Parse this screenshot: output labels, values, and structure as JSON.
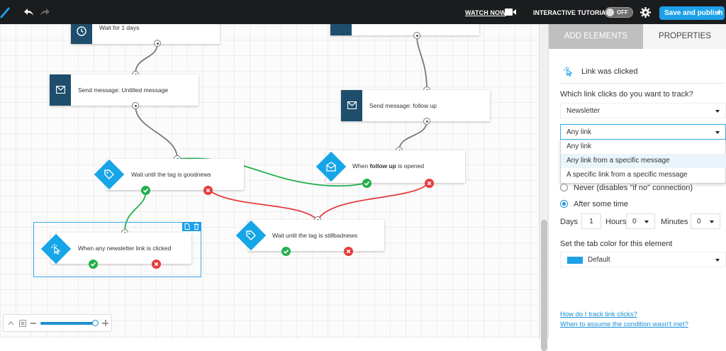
{
  "toolbar": {
    "watch_now": "WATCH NOW",
    "interactive_tutorial": "INTERACTIVE TUTORIAL",
    "tutorial_toggle": "OFF",
    "publish_label": "Save and publish"
  },
  "nodes": {
    "wait_days": "Wait for 1 days",
    "send_untitled": "Send message: Untitled message",
    "send_follow_up": "Send message: follow up",
    "wait_goodnews": "Wait until the tag is goodnews",
    "when_opened_prefix": "When ",
    "when_opened_bold": "follow up",
    "when_opened_suffix": " is opened",
    "wait_stillbadnews": "Wait until the tag is stillbadnews",
    "when_newsletter": "When any newsletter link is clicked"
  },
  "panel": {
    "tab_add": "ADD ELEMENTS",
    "tab_properties": "PROPERTIES",
    "element_title": "Link was clicked",
    "question": "Which link clicks do you want to track?",
    "message_select": "Newsletter",
    "link_select": "Any link",
    "link_options": [
      "Any link",
      "Any link from a specific message",
      "A specific link from a specific message"
    ],
    "never_option": "Never (disables \"if no\" connection)",
    "after_option": "After some time",
    "days_label": "Days",
    "days_value": "1",
    "hours_label": "Hours",
    "hours_value": "0",
    "minutes_label": "Minutes",
    "minutes_value": "0",
    "tab_color_label": "Set the tab color for this element",
    "color_value": "Default",
    "help_link_1": "How do I track link clicks?",
    "help_link_2": "When to assume the condition wasn't met?"
  },
  "colors": {
    "accent": "#1ea0e9",
    "node_dark": "#1e4e6c",
    "diamond": "#16a6e8",
    "yes_green": "#22b04b",
    "no_red": "#e63c3c"
  },
  "zoom": {
    "level": 0.97
  }
}
